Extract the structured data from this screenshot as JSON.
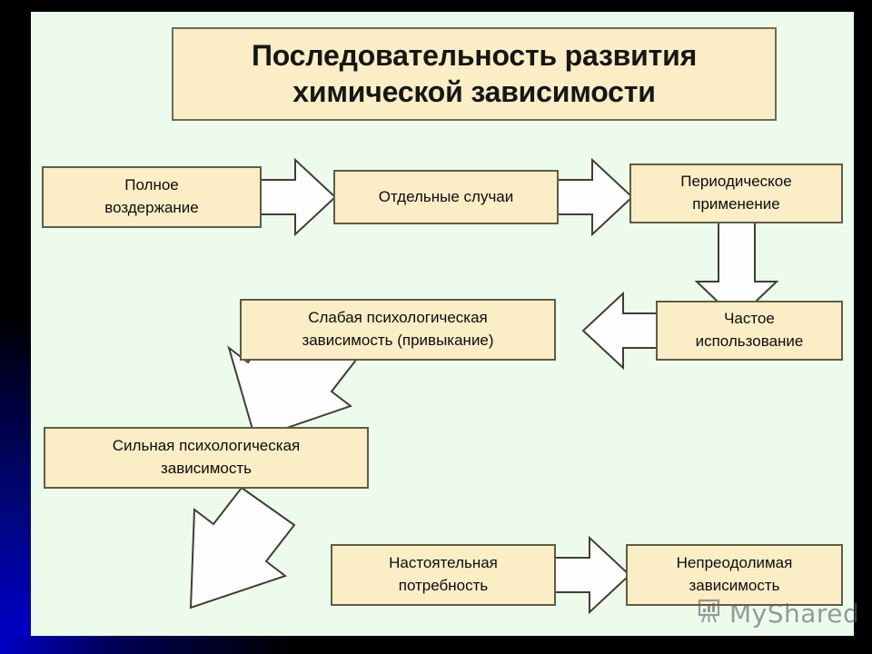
{
  "slide": {
    "background_color": "#edfbec",
    "accent_box_color": "#fbedc6",
    "border_color": "#5d5d45",
    "arrow_fill": "#fdfdfd"
  },
  "title": {
    "line1": "Последовательность развития",
    "line2": "химической зависимости",
    "full": "Последовательность развития химической зависимости"
  },
  "nodes": [
    {
      "id": "full-abstinence",
      "line1": "Полное",
      "line2": "воздержание"
    },
    {
      "id": "isolated-cases",
      "line1": "Отдельные случаи",
      "line2": ""
    },
    {
      "id": "periodic-use",
      "line1": "Периодическое",
      "line2": "применение"
    },
    {
      "id": "frequent-use",
      "line1": "Частое",
      "line2": "использование"
    },
    {
      "id": "weak-dependence",
      "line1": "Слабая психологическая",
      "line2": "зависимость (привыкание)"
    },
    {
      "id": "strong-dependence",
      "line1": "Сильная психологическая",
      "line2": "зависимость"
    },
    {
      "id": "urgent-need",
      "line1": "Настоятельная",
      "line2": "потребность"
    },
    {
      "id": "irresistible-addiction",
      "line1": "Непреодолимая",
      "line2": "зависимость"
    }
  ],
  "arrows": [
    {
      "id": "abstinence-to-cases",
      "direction": "right"
    },
    {
      "id": "cases-to-periodic",
      "direction": "right"
    },
    {
      "id": "periodic-to-frequent",
      "direction": "down"
    },
    {
      "id": "frequent-to-weak",
      "direction": "left"
    },
    {
      "id": "weak-to-strong",
      "direction": "down-left"
    },
    {
      "id": "strong-to-need",
      "direction": "down-right"
    },
    {
      "id": "need-to-irresistible",
      "direction": "right"
    }
  ],
  "watermark": {
    "text": "MyShared",
    "icon": "chart-monitor-icon"
  }
}
